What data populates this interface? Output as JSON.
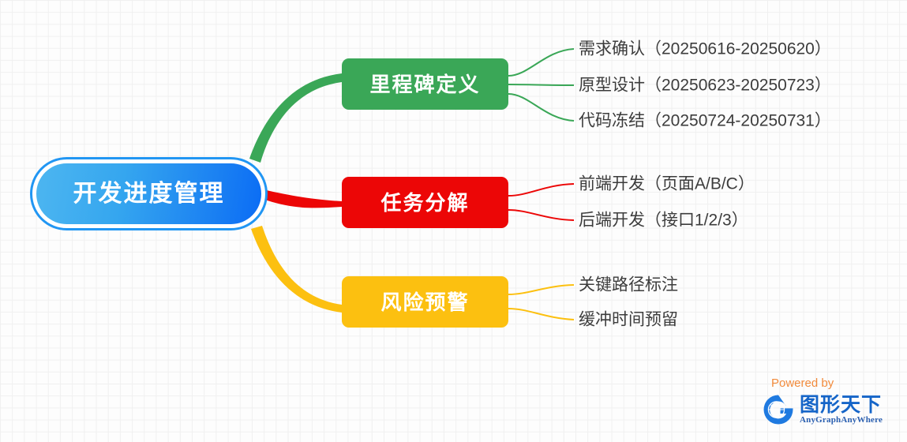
{
  "canvas": {
    "background": "#fdfdfd",
    "grid_color": "#f0f0f0"
  },
  "root": {
    "label": "开发进度管理",
    "color": "#1b81f2",
    "text_color": "#ffffff"
  },
  "branches": [
    {
      "label": "里程碑定义",
      "color": "#3aa757",
      "children": [
        {
          "label": "需求确认（20250616-20250620）"
        },
        {
          "label": "原型设计（20250623-20250723）"
        },
        {
          "label": "代码冻结（20250724-20250731）"
        }
      ]
    },
    {
      "label": "任务分解",
      "color": "#ec0606",
      "children": [
        {
          "label": "前端开发（页面A/B/C）"
        },
        {
          "label": "后端开发（接口1/2/3）"
        }
      ]
    },
    {
      "label": "风险预警",
      "color": "#fcc010",
      "children": [
        {
          "label": "关键路径标注"
        },
        {
          "label": "缓冲时间预留"
        }
      ]
    }
  ],
  "watermark": {
    "powered_by": "Powered by",
    "brand_cn": "图形天下",
    "brand_en": "AnyGraphAnyWhere",
    "powered_color": "#f28b3c",
    "brand_color": "#1565c8"
  }
}
